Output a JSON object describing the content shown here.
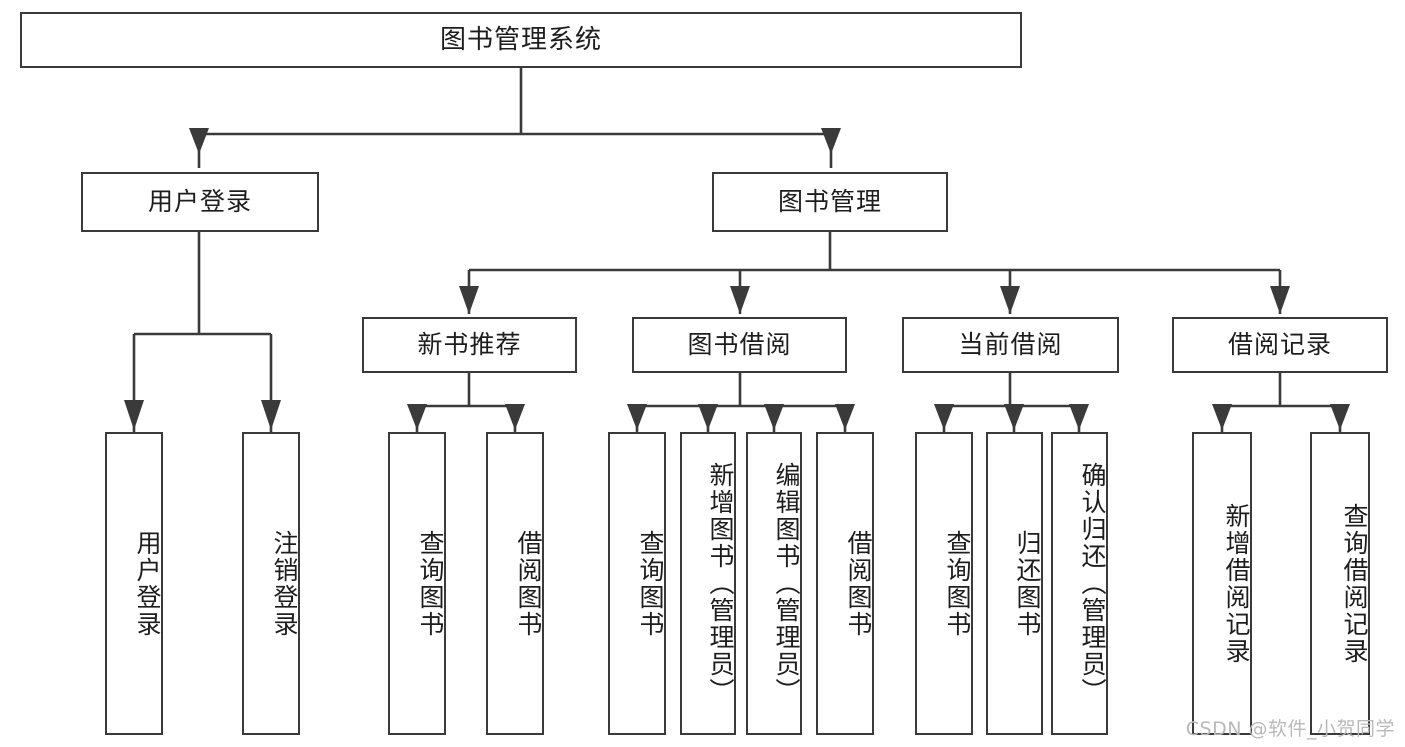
{
  "diagram": {
    "title": "图书管理系统",
    "root": {
      "label": "图书管理系统"
    },
    "level1": [
      {
        "label": "用户登录"
      },
      {
        "label": "图书管理"
      }
    ],
    "level2": [
      {
        "label": "新书推荐"
      },
      {
        "label": "图书借阅"
      },
      {
        "label": "当前借阅"
      },
      {
        "label": "借阅记录"
      }
    ],
    "leaves": {
      "user_login": [
        {
          "label": "用户登录"
        },
        {
          "label": "注销登录"
        }
      ],
      "new_book_recommend": [
        {
          "label": "查询图书"
        },
        {
          "label": "借阅图书"
        }
      ],
      "book_borrow": [
        {
          "label": "查询图书"
        },
        {
          "label": "新增图书（管理员）"
        },
        {
          "label": "编辑图书（管理员）"
        },
        {
          "label": "借阅图书"
        }
      ],
      "current_borrow": [
        {
          "label": "查询图书"
        },
        {
          "label": "归还图书"
        },
        {
          "label": "确认归还（管理员）"
        }
      ],
      "borrow_record": [
        {
          "label": "新增借阅记录"
        },
        {
          "label": "查询借阅记录"
        }
      ]
    },
    "watermark": "CSDN @软件_小贺同学",
    "colors": {
      "stroke": "#3a3a3a",
      "fill": "#ffffff",
      "text": "#1d1d1d",
      "watermark": "#b9b9b9"
    }
  }
}
